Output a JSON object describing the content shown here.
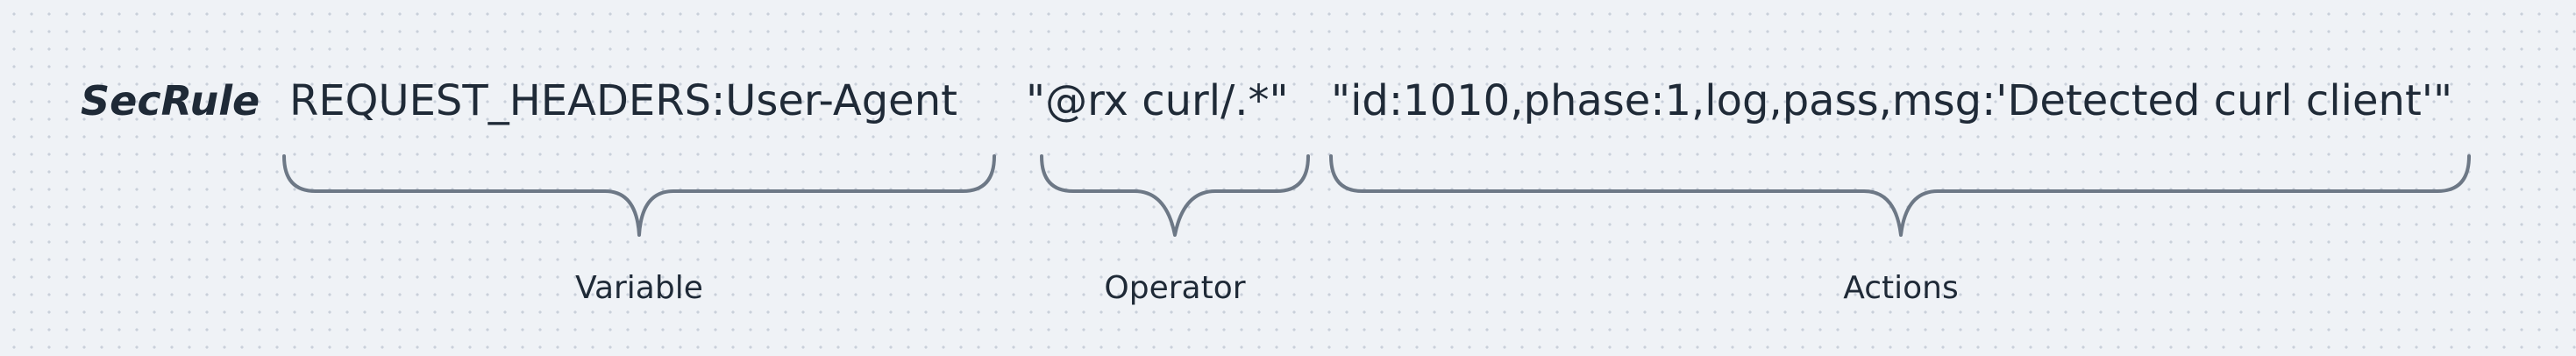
{
  "rule": {
    "directive": "SecRule",
    "variable": "REQUEST_HEADERS:User-Agent",
    "operator": "\"@rx curl/.*\"",
    "actions": "\"id:1010,phase:1,log,pass,msg:'Detected curl client'\""
  },
  "labels": {
    "variable": "Variable",
    "operator": "Operator",
    "actions": "Actions"
  },
  "colors": {
    "background": "#eff2f6",
    "text": "#1f2a37",
    "brace": "#6d7886"
  }
}
